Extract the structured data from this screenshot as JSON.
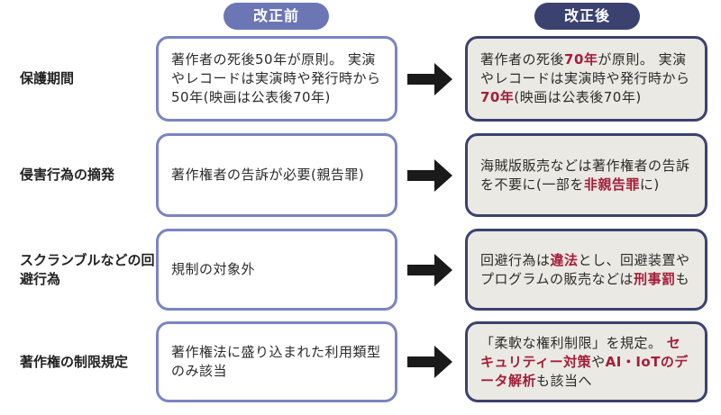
{
  "headers": {
    "before": "改正前",
    "after": "改正後"
  },
  "colors": {
    "before_accent": "#6c76b5",
    "after_accent": "#3b4270",
    "after_box_bg": "#ebe9e3",
    "highlight": "#a31e3a"
  },
  "rows": [
    {
      "label": "保護期間",
      "before": "著作者の死後50年が原則。 実演やレコードは実演時や発行時から50年(映画は公表後70年)",
      "after_segments": [
        {
          "text": "著作者の死後",
          "hl": false
        },
        {
          "text": "70年",
          "hl": true
        },
        {
          "text": "が原則。 実演やレコードは実演時や発行時から",
          "hl": false
        },
        {
          "text": "70年",
          "hl": true
        },
        {
          "text": "(映画は公表後70年)",
          "hl": false
        }
      ]
    },
    {
      "label": "侵害行為の摘発",
      "before": "著作権者の告訴が必要(親告罪)",
      "after_segments": [
        {
          "text": "海賊版販売などは著作権者の告訴を不要に(一部を",
          "hl": false
        },
        {
          "text": "非親告罪",
          "hl": true
        },
        {
          "text": "に)",
          "hl": false
        }
      ]
    },
    {
      "label": "スクランブルなどの回避行為",
      "before": "規制の対象外",
      "after_segments": [
        {
          "text": "回避行為は",
          "hl": false
        },
        {
          "text": "違法",
          "hl": true
        },
        {
          "text": "とし、回避装置やプログラムの販売などは",
          "hl": false
        },
        {
          "text": "刑事罰",
          "hl": true
        },
        {
          "text": "も",
          "hl": false
        }
      ]
    },
    {
      "label": "著作権の制限規定",
      "before": "著作権法に盛り込まれた利用類型のみ該当",
      "after_segments": [
        {
          "text": "「柔軟な権利制限」を規定。 ",
          "hl": false
        },
        {
          "text": "セキュリティー対策",
          "hl": true
        },
        {
          "text": "や",
          "hl": false
        },
        {
          "text": "AI・IoTのデータ解析",
          "hl": true
        },
        {
          "text": "も該当へ",
          "hl": false
        }
      ]
    }
  ]
}
